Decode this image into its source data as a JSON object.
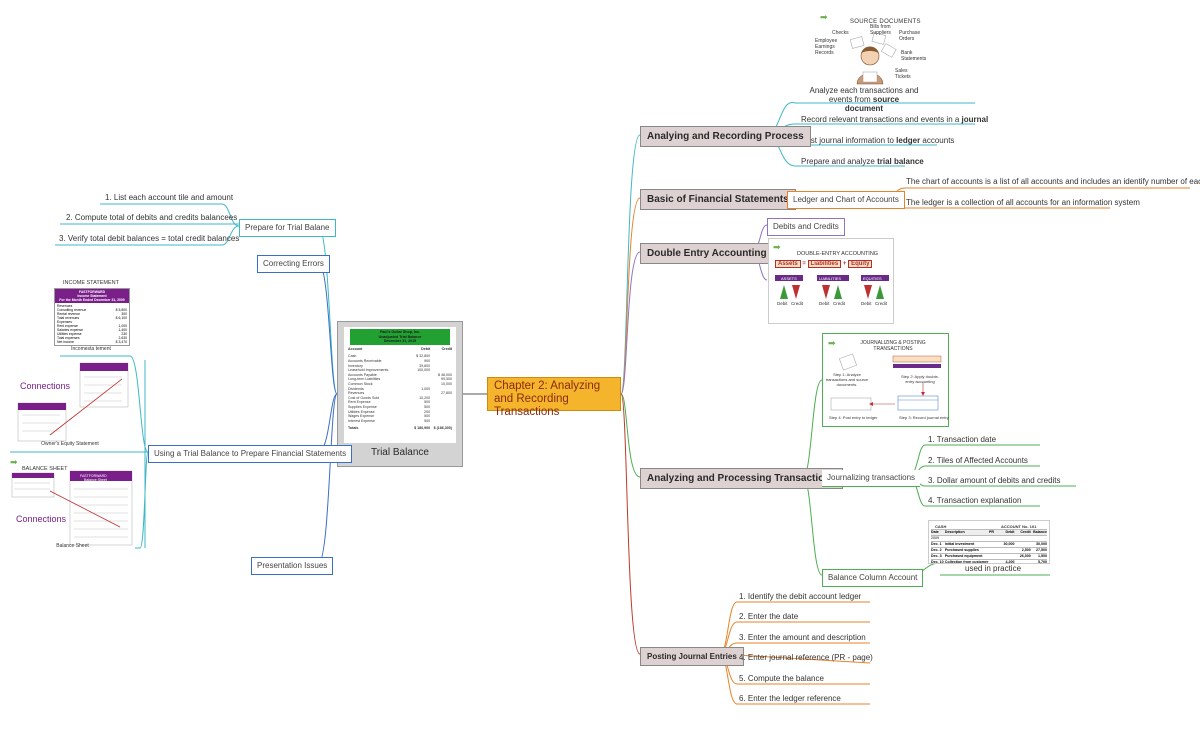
{
  "center": {
    "title": "Chapter 2: Analyzing and Recording Transactions"
  },
  "branches": {
    "analyzing": {
      "label": "Analying and Recording Process",
      "items": [
        {
          "pre": "Analyze each transactions and events from ",
          "bold": "source document",
          "post": ""
        },
        {
          "pre": "Record relevant transactions and events in a ",
          "bold": "journal",
          "post": ""
        },
        {
          "pre": "Post journal information to ",
          "bold": "ledger",
          "post": " accounts"
        },
        {
          "pre": "Prepare and analyze ",
          "bold": "trial balance",
          "post": ""
        }
      ]
    },
    "basic": {
      "label": "Basic of Financial Statements",
      "sub": "Ledger and Chart of Accounts",
      "items": [
        "The chart of accounts is a list of all accounts and includes an identify number of each account",
        "The ledger is a collection of all accounts for an information system"
      ]
    },
    "double": {
      "label": "Double Entry Accounting",
      "sub": "Debits and Credits"
    },
    "processing": {
      "label": "Analyzing and Processing Transactions",
      "journalizing": "Journalizing transactions",
      "items": [
        "1. Transaction date",
        "2. Tiles of Affected Accounts",
        "3. Dollar amount of debits and credits",
        "4. Transaction explanation"
      ],
      "balance_column": "Balance Column Account",
      "used": "used in practice"
    },
    "posting": {
      "label": "Posting Journal Entries",
      "items": [
        "1. Identify the debit account ledger",
        "2. Enter the date",
        "3. Enter the amount and description",
        "4. Enter journal reference (PR -  page)",
        "5. Compute the balance",
        "6. Enter the ledger reference"
      ]
    },
    "trial": {
      "label": "Trial Balance"
    },
    "prepare": {
      "label": "Prepare for Trial Balane",
      "items": [
        "1. List each account tile and amount",
        "2. Compute total of debits and credits balancees",
        "3. Verify total debit balances = total credit balances"
      ]
    },
    "correcting": {
      "label": "Correcting Errors"
    },
    "using": {
      "label": "Using a Trial Balance to Prepare Financial Statements"
    },
    "presentation": {
      "label": "Presentation Issues"
    }
  },
  "images": {
    "source": {
      "title": "Source Documents",
      "checks": "Checks",
      "bills": "Bills from Suppliers",
      "purchase": "Purchase Orders",
      "employee": "Employee Earnings Records",
      "bank": "Bank Statements",
      "sales": "Sales Tickets"
    },
    "double": {
      "title": "Double-Entry Accounting",
      "assets": "Assets",
      "eq": "=",
      "liabilities": "Liabilities",
      "plus": "+",
      "equity": "Equity",
      "a": "ASSETS",
      "l": "LIABILITIES",
      "e": "EQUITIES",
      "debit": "Debit",
      "credit": "Credit"
    },
    "journal": {
      "title": "JOURNALIZING & POSTING TRANSACTIONS",
      "s1": "Step 1: Analyze transactions and source documents.",
      "s2": "Step 2: Apply double-entry accounting",
      "s3": "Step 3: Record journal entry",
      "s4": "Step 4: Post entry to ledger"
    },
    "ledger": {
      "cash": "CASH",
      "acct": "ACCOUNT No. 101",
      "cols": [
        "Date",
        "Description",
        "PR",
        "Debit",
        "Credit",
        "Balance"
      ],
      "year": "2009",
      "rows": [
        [
          "Dec. 1",
          "Initial investment",
          "",
          "30,000",
          "",
          "30,000"
        ],
        [
          "Dec. 2",
          "Purchased supplies",
          "",
          "",
          "2,500",
          "27,500"
        ],
        [
          "Dec. 3",
          "Purchased equipment",
          "",
          "",
          "26,000",
          "1,500"
        ],
        [
          "Dec. 10",
          "Collection from customer",
          "",
          "4,200",
          "",
          "5,700"
        ]
      ]
    },
    "tb": {
      "company": "Paul's Guitar Shop, Inc.",
      "subtitle": "Unadjusted Trial Balance",
      "date": "December 31, 2015",
      "h_account": "Account",
      "h_debit": "Debit",
      "h_credit": "Credit",
      "rows": [
        [
          "Cash",
          "$ 32,800",
          ""
        ],
        [
          "Accounts Receivable",
          "900",
          ""
        ],
        [
          "Inventory",
          "39,800",
          ""
        ],
        [
          "Leasehold Improvements",
          "100,000",
          ""
        ],
        [
          "Accounts Payable",
          "",
          "$ 48,000"
        ],
        [
          "Long-term Liabilities",
          "",
          "99,500"
        ],
        [
          "Common Stock",
          "",
          "10,000"
        ],
        [
          "Dividends",
          "1,000",
          ""
        ],
        [
          "Revenues",
          "",
          "27,800"
        ],
        [
          "Cost of Goods Sold",
          "10,200",
          ""
        ],
        [
          "Rent Expense",
          "500",
          ""
        ],
        [
          "Supplies Expense",
          "500",
          ""
        ],
        [
          "Utilities Expense",
          "200",
          ""
        ],
        [
          "Wages Expense",
          "500",
          ""
        ],
        [
          "Interest Expense",
          "500",
          ""
        ]
      ],
      "totals": "Totals",
      "total_debit": "$ 186,900",
      "total_credit": "$ (186,300)",
      "caption": "Trial Balance"
    },
    "income": {
      "title": "Income Statement",
      "company": "FASTFORWARD",
      "sub1": "Income Statement",
      "sub2": "For the Month Ended December 31, 2009",
      "lines": [
        [
          "Revenues",
          ""
        ],
        [
          "Consulting revenue",
          "$ 5,800"
        ],
        [
          "Rental revenue",
          "300"
        ],
        [
          "Total revenues",
          "$ 6,100"
        ],
        [
          "Expenses",
          ""
        ],
        [
          "Rent expense",
          "1,000"
        ],
        [
          "Salaries expense",
          "1,400"
        ],
        [
          "Utilities expense",
          "230"
        ],
        [
          "Total expenses",
          "2,630"
        ],
        [
          "Net income",
          "$ 3,470"
        ]
      ],
      "caption": "Incomesta tement"
    },
    "owner": {
      "connections": "Connections",
      "caption": "Owner's Equity Statement"
    },
    "balance": {
      "title": "Balance Sheet",
      "company": "FASTFORWARD",
      "sub1": "Balance Sheet",
      "sub2": "December 31, 2009",
      "connections": "Connections",
      "caption": "Balance Sheet"
    }
  },
  "colors": {
    "teal": "#3fb7c4",
    "orange": "#e8832a",
    "purple": "#8f74c4",
    "green": "#4caf50",
    "red": "#c0392b",
    "blue": "#3b6ec7",
    "gold": "#f4b42c"
  }
}
